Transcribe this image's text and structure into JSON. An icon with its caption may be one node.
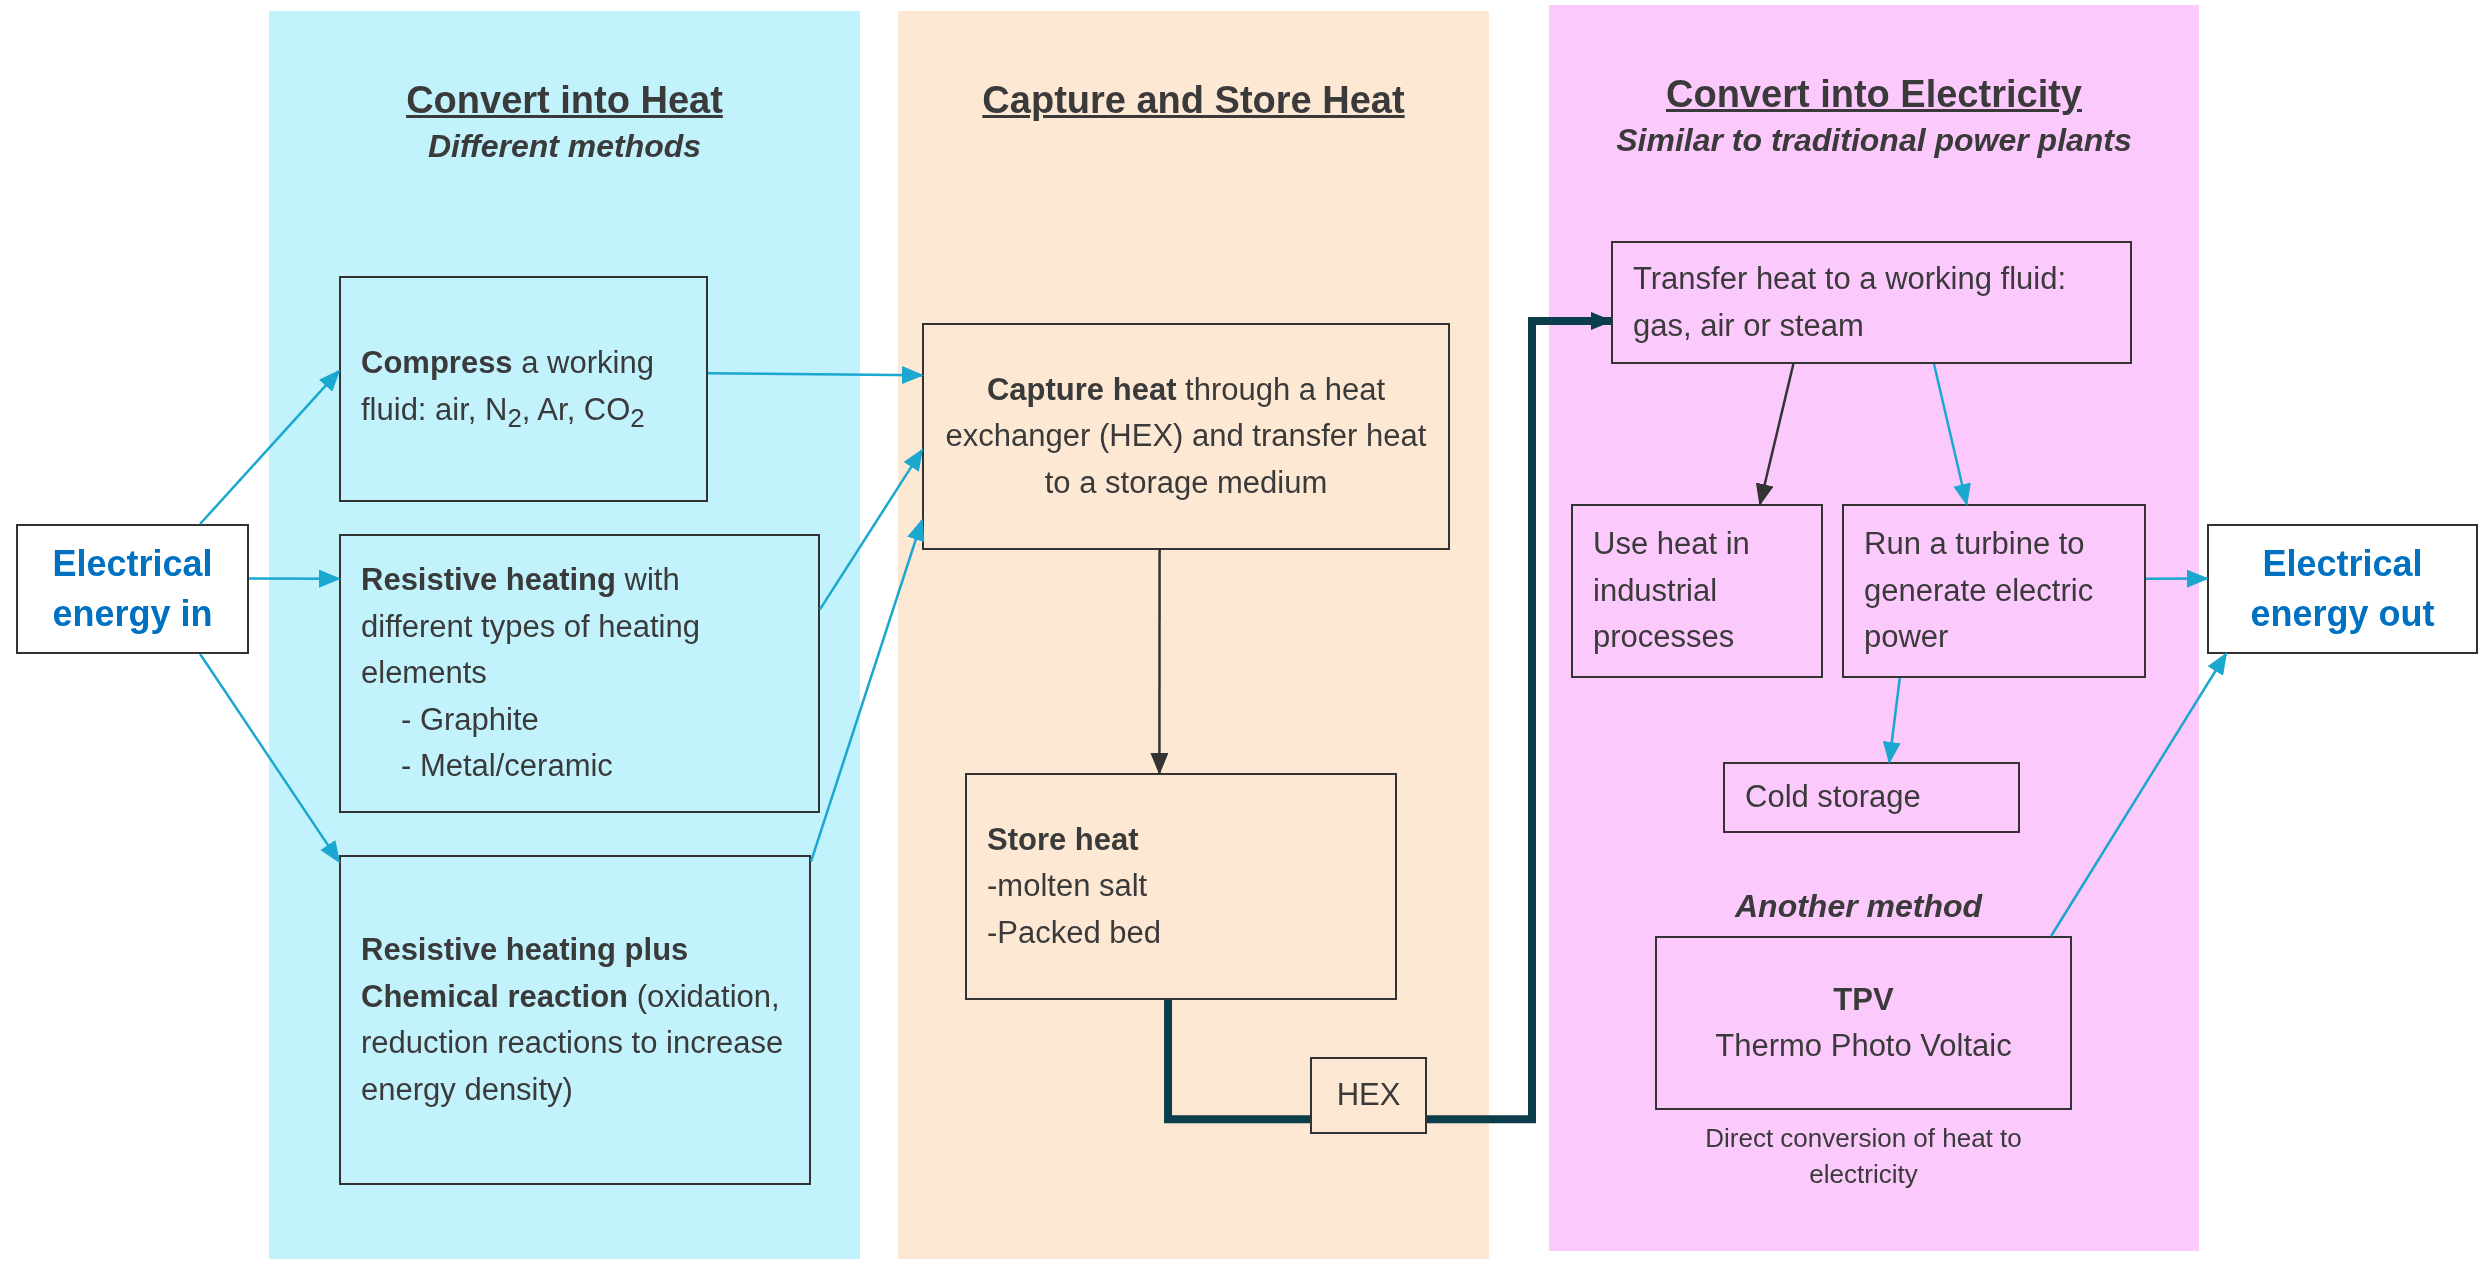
{
  "diagram": {
    "nodes": [
      {
        "text": [
          "Convert into Heat",
          "Different methods"
        ]
      },
      {
        "text": [
          "Capture and Store Heat"
        ]
      },
      {
        "text": [
          "Convert into Electricity",
          "Similar to traditional power plants"
        ]
      },
      {
        "text": [
          "Electrical energy in"
        ]
      },
      {
        "text": [
          "**Compress** a working fluid: air, N$_{2}$, Ar, CO$_{2}$"
        ],
        "in": 0
      },
      {
        "text": [
          "**Resistive heating** with different types of heating elements",
          "- Graphite",
          "- Metal/ceramic"
        ],
        "in": 0
      },
      {
        "text": [
          "**Resistive heating plus Chemical reaction** (oxidation, reduction reactions to increase energy density)"
        ],
        "in": 0
      },
      {
        "text": [
          "**Capture heat** through a heat exchanger (HEX) and transfer heat to a storage medium"
        ],
        "in": 1
      },
      {
        "text": [
          "Store heat",
          "-molten salt",
          "-Packed bed"
        ],
        "in": 1
      },
      {
        "text": [
          "HEX"
        ],
        "in": 1
      },
      {
        "text": [
          "Transfer heat to a working fluid: gas, air or steam"
        ],
        "in": 2
      },
      {
        "text": [
          "Use heat in industrial processes"
        ],
        "in": 2
      },
      {
        "text": [
          "Run a turbine to generate electric power"
        ],
        "in": 2
      },
      {
        "text": [
          "Cold storage"
        ],
        "in": 2
      },
      {
        "text": [
          "TPV",
          "Thermo Photo Voltaic"
        ],
        "in": 2,
        "beside": [
          "Direct conversion of heat to electricity"
        ]
      },
      {
        "text": [
          "Electrical energy out"
        ]
      }
    ],
    "edges": [
      {
        "from": 3,
        "to": 4,
        "arrow": "to"
      },
      {
        "from": 3,
        "to": 5,
        "arrow": "to"
      },
      {
        "from": 3,
        "to": 6,
        "arrow": "to"
      },
      {
        "from": 4,
        "to": 7,
        "arrow": "to"
      },
      {
        "from": 5,
        "to": 7,
        "arrow": "to"
      },
      {
        "from": 6,
        "to": 7,
        "arrow": "to"
      },
      {
        "from": 7,
        "to": 8,
        "arrow": "to",
        "color": "#333333"
      },
      {
        "from": 8,
        "to": 9,
        "arrow": "none",
        "style": "thick",
        "color": "#0b3d4a"
      },
      {
        "from": 9,
        "to": 10,
        "arrow": "to",
        "style": "thick",
        "color": "#0b3d4a"
      },
      {
        "from": 10,
        "to": 11,
        "arrow": "to",
        "color": "#333333"
      },
      {
        "from": 10,
        "to": 12,
        "arrow": "to"
      },
      {
        "from": 12,
        "to": 15,
        "arrow": "to"
      },
      {
        "from": 12,
        "to": 13,
        "arrow": "to"
      },
      {
        "from": 14,
        "to": 15,
        "arrow": "to"
      }
    ],
    "labels": [
      "Another method"
    ]
  }
}
